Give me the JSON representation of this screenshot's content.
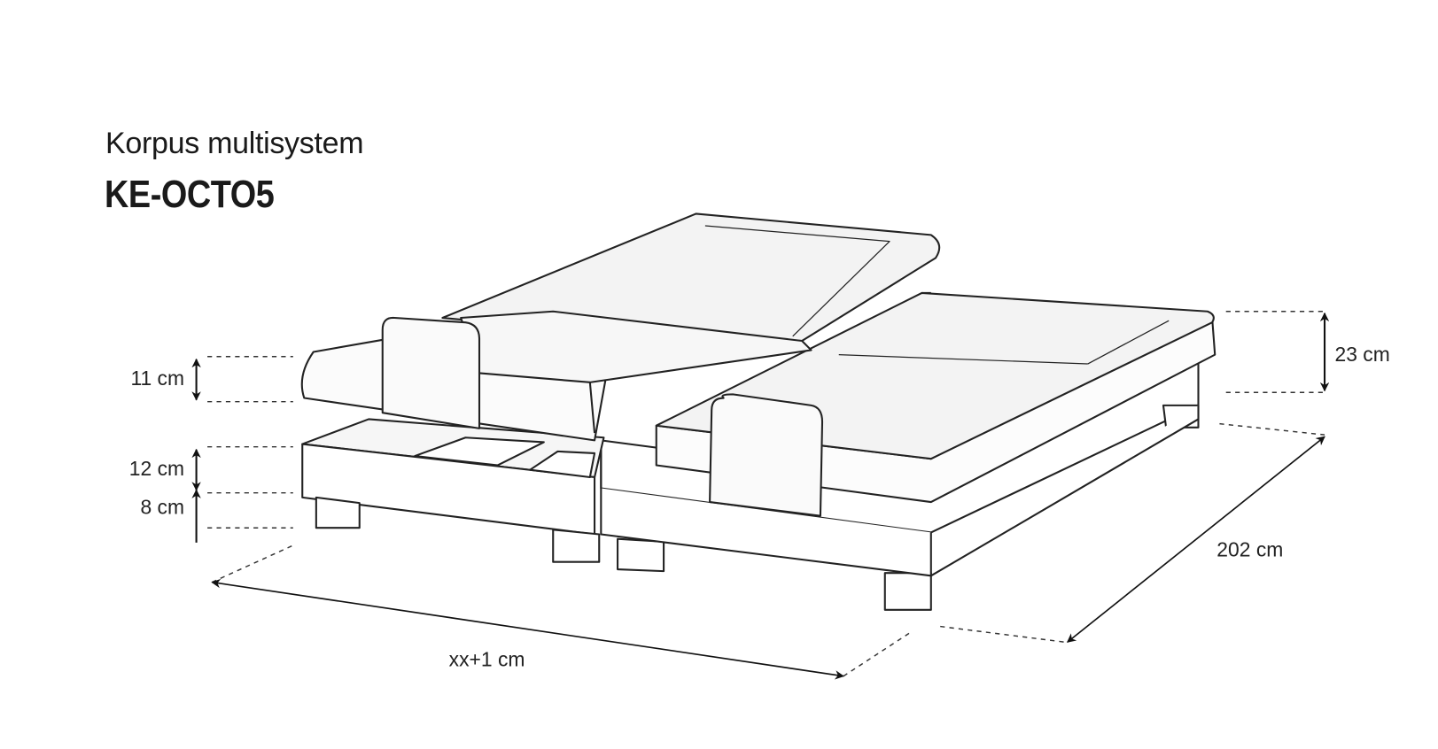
{
  "header": {
    "subtitle": "Korpus multisystem",
    "title": "KE-OCTO5"
  },
  "dimensions": {
    "mattress_height": "11 cm",
    "base_height": "12 cm",
    "leg_height": "8 cm",
    "total_height": "23 cm",
    "length": "202 cm",
    "width": "xx+1 cm"
  }
}
